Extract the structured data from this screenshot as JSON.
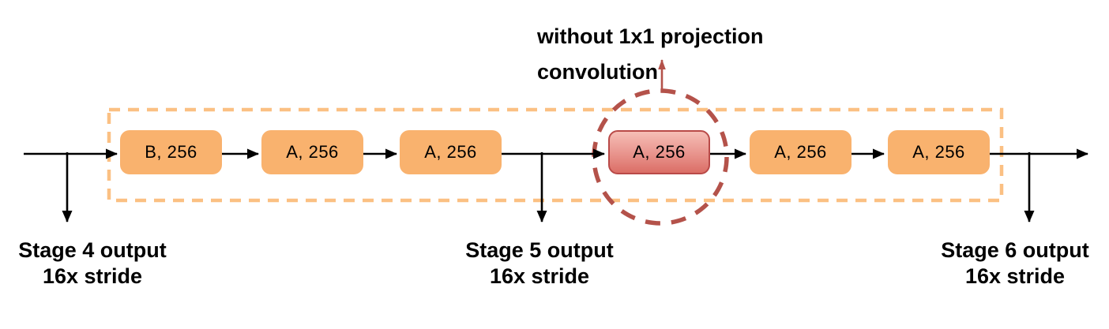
{
  "annotation": {
    "line1": "without 1x1 projection",
    "line2": "convolution"
  },
  "blocks": [
    {
      "label": "B, 256",
      "highlighted": false
    },
    {
      "label": "A, 256",
      "highlighted": false
    },
    {
      "label": "A, 256",
      "highlighted": false
    },
    {
      "label": "A, 256",
      "highlighted": true
    },
    {
      "label": "A, 256",
      "highlighted": false
    },
    {
      "label": "A, 256",
      "highlighted": false
    }
  ],
  "stage_outputs": [
    {
      "line1": "Stage 4 output",
      "line2": "16x stride"
    },
    {
      "line1": "Stage 5 output",
      "line2": "16x stride"
    },
    {
      "line1": "Stage 6 output",
      "line2": "16x stride"
    }
  ],
  "colors": {
    "block_fill": "#F9B26E",
    "highlight_fill_top": "#F6BEB6",
    "highlight_fill_bottom": "#DB6E66",
    "highlight_border": "#B94A48",
    "dashed_box_stroke": "#FBC083",
    "highlight_circle_stroke": "#B4524A",
    "flow_line": "#000000",
    "label_text": "#000000"
  }
}
